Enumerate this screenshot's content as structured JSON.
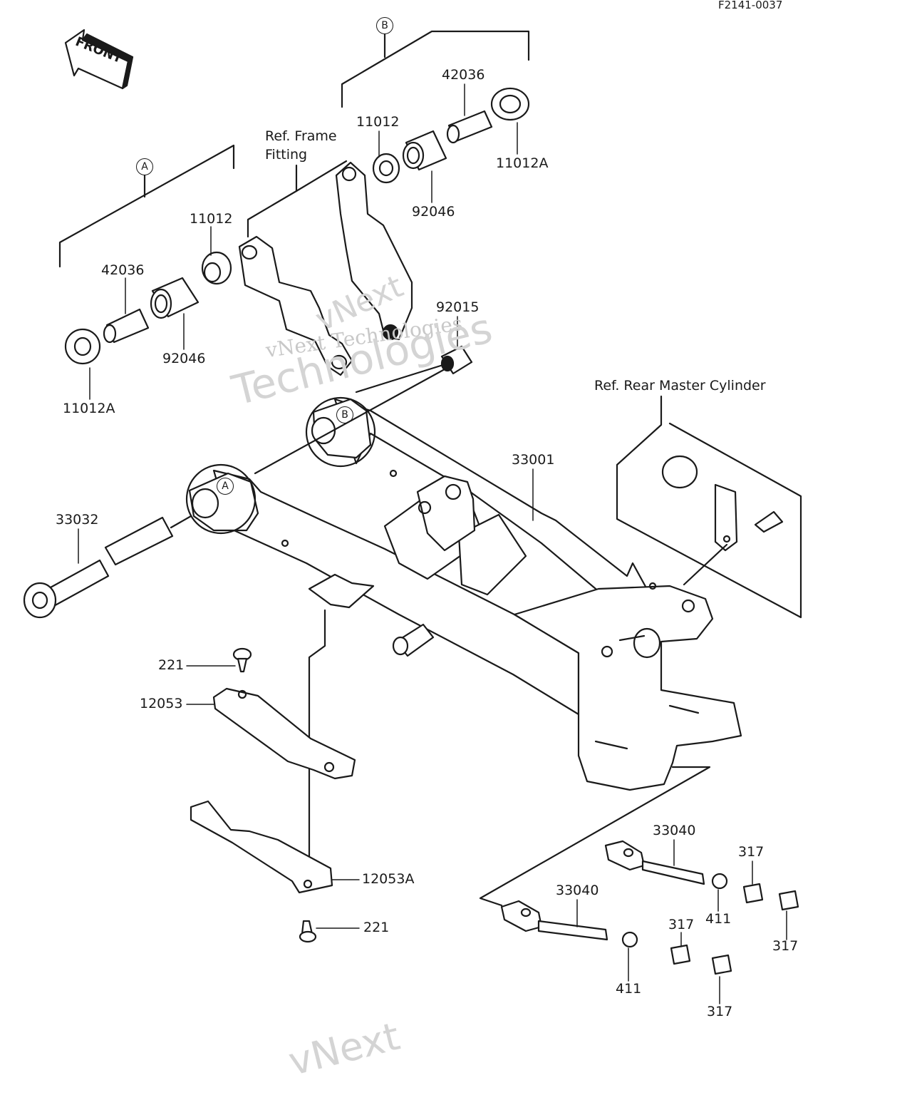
{
  "figure_code": "F2141-0037",
  "front_label": "FRONT",
  "group_letters": {
    "a": "A",
    "b": "B"
  },
  "refs": {
    "frame_fitting_line1": "Ref. Frame",
    "frame_fitting_line2": "Fitting",
    "rear_master_cylinder": "Ref. Rear Master Cylinder"
  },
  "watermarks": [
    "vNext",
    "Technologies",
    "vNext Technologies",
    "vNext"
  ],
  "parts": {
    "p42036_b": "42036",
    "p11012_b": "11012",
    "p11012a_b": "11012A",
    "p92046_b": "92046",
    "p11012_a": "11012",
    "p42036_a": "42036",
    "p92046_a": "92046",
    "p11012a_a": "11012A",
    "p92015": "92015",
    "p33001": "33001",
    "p33032": "33032",
    "p221_top": "221",
    "p12053": "12053",
    "p12053a": "12053A",
    "p221_bottom": "221",
    "p33040_upper": "33040",
    "p33040_lower": "33040",
    "p317_1": "317",
    "p317_2": "317",
    "p317_3": "317",
    "p317_4": "317",
    "p411_upper": "411",
    "p411_lower": "411"
  }
}
